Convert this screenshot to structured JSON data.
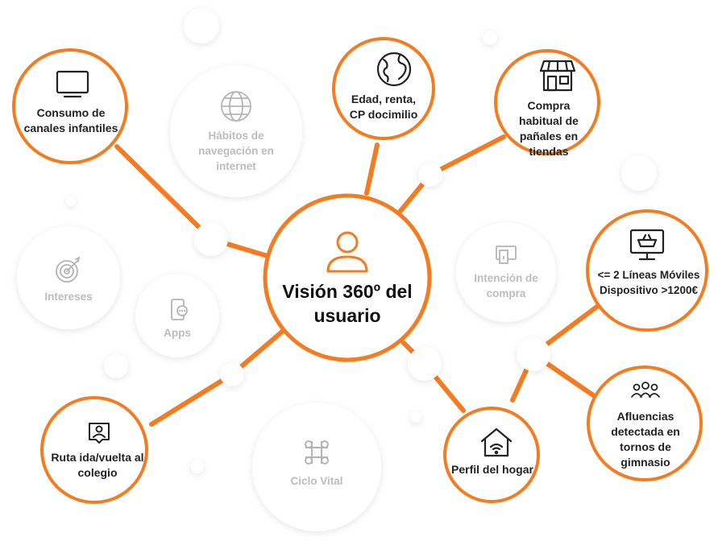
{
  "colors": {
    "accent": "#f47b20",
    "faded": "#c8c8c8",
    "text": "#222222"
  },
  "center": {
    "title": "Visión 360º del usuario",
    "icon": "user-icon"
  },
  "nodes": {
    "channels": {
      "label": "Consumo de canales infantiles",
      "icon": "tv-icon"
    },
    "demographics": {
      "label": "Edad, renta, CP docimilio",
      "icon": "globe-icon"
    },
    "diapers": {
      "label": "Compra habitual de pañales en tiendas",
      "icon": "store-icon"
    },
    "mobile": {
      "label": "<= 2 Líneas Móviles Dispositivo >1200€",
      "icon": "shopping-monitor-icon"
    },
    "gym": {
      "label": "Afluencias detectada en tornos de gimnasio",
      "icon": "group-icon"
    },
    "home": {
      "label": "Perfil del hogar",
      "icon": "home-wifi-icon"
    },
    "school": {
      "label": "Ruta ida/vuelta al colegio",
      "icon": "location-user-icon"
    }
  },
  "faded_nodes": {
    "browsing": {
      "label": "Hábitos de navegación en internet",
      "icon": "globe-grid-icon"
    },
    "interests": {
      "label": "Intereses",
      "icon": "target-icon"
    },
    "apps": {
      "label": "Apps",
      "icon": "phone-chat-icon"
    },
    "purchase": {
      "label": "Intención de compra",
      "icon": "card-icon"
    },
    "lifecycle": {
      "label": "Ciclo Vital",
      "icon": "command-icon"
    }
  }
}
